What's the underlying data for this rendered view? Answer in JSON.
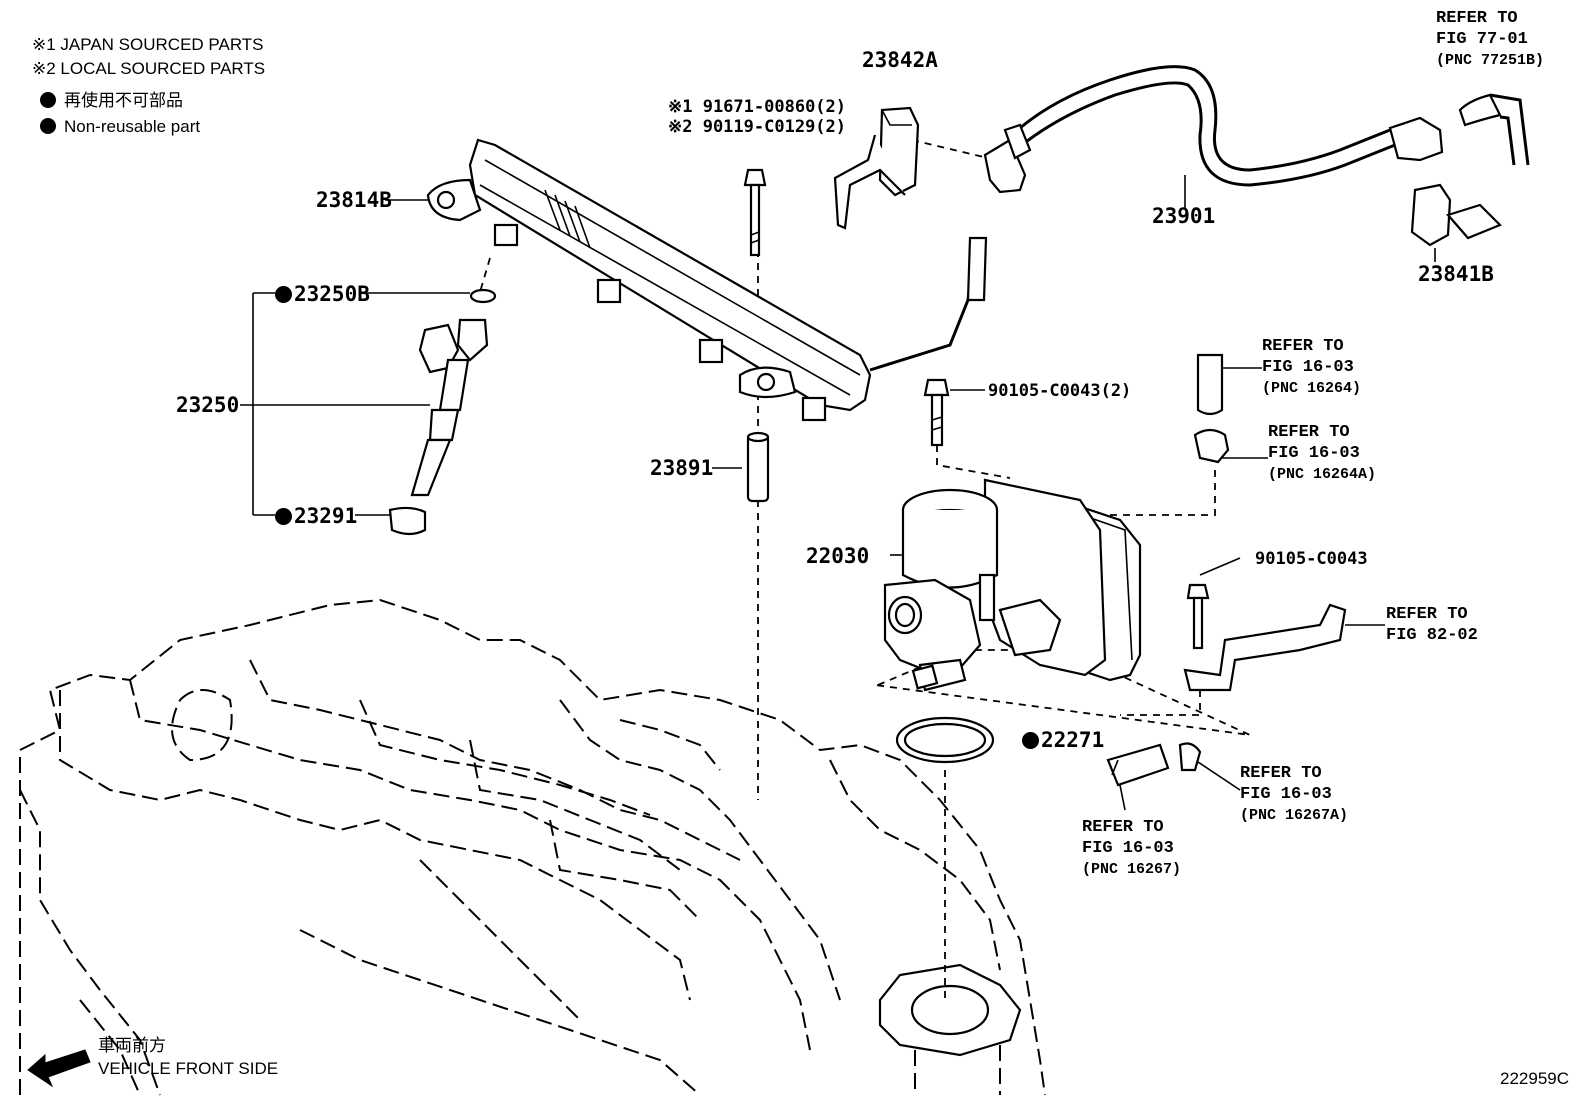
{
  "legend": {
    "japan": "※1 JAPAN SOURCED PARTS",
    "local": "※2 LOCAL SOURCED PARTS",
    "nonreusable_jp": "再使用不可部品",
    "nonreusable_en": "Non-reusable part"
  },
  "parts": {
    "p23842A": "23842A",
    "p23814B": "23814B",
    "p23250B": "23250B",
    "p23250": "23250",
    "p23291": "23291",
    "p23891": "23891",
    "p22030": "22030",
    "p22271": "22271",
    "p23901": "23901",
    "p23841B": "23841B",
    "bolt_jp": "※1 91671-00860(2)",
    "bolt_local": "※2 90119-C0129(2)",
    "bolt_tb": "90105-C0043(2)",
    "bolt_bracket": "90105-C0043"
  },
  "refs": {
    "r77": {
      "l1": "REFER TO",
      "l2": "FIG 77-01",
      "l3": "(PNC 77251B)"
    },
    "r16264": {
      "l1": "REFER TO",
      "l2": "FIG 16-03",
      "l3": "(PNC 16264)"
    },
    "r16264A": {
      "l1": "REFER TO",
      "l2": "FIG 16-03",
      "l3": "(PNC 16264A)"
    },
    "r82": {
      "l1": "REFER TO",
      "l2": "FIG 82-02"
    },
    "r16267A": {
      "l1": "REFER TO",
      "l2": "FIG 16-03",
      "l3": "(PNC 16267A)"
    },
    "r16267": {
      "l1": "REFER TO",
      "l2": "FIG 16-03",
      "l3": "(PNC 16267)"
    }
  },
  "footer": {
    "front_jp": "車両前方",
    "front_en": "VEHICLE FRONT SIDE",
    "diagram_id": "222959C"
  },
  "icons": [
    "front-arrow-icon",
    "non-reusable-dot-icon"
  ]
}
